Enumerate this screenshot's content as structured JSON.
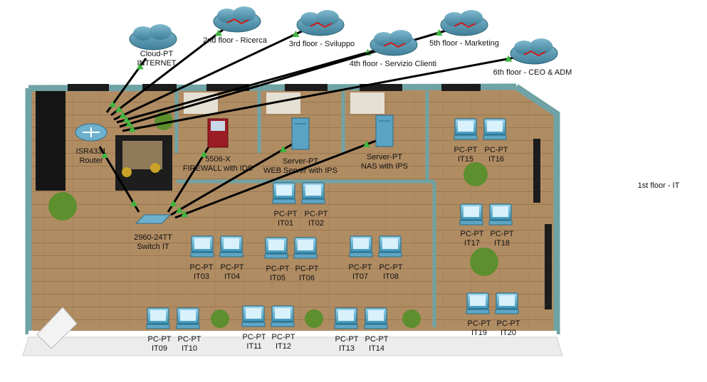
{
  "clouds": [
    {
      "id": "internet",
      "label": "Cloud-PT\nINTERNET"
    },
    {
      "id": "f2",
      "label": "2nd floor - Ricerca"
    },
    {
      "id": "f3",
      "label": "3rd floor - Sviluppo"
    },
    {
      "id": "f4",
      "label": "4th floor - Servizio Clienti"
    },
    {
      "id": "f5",
      "label": "5th floor - Marketing"
    },
    {
      "id": "f6",
      "label": "6th floor - CEO & ADM"
    }
  ],
  "devices": {
    "router": {
      "label": "ISR4331\nRouter"
    },
    "firewall": {
      "label": "5506-X\nFIREWALL with IDS"
    },
    "web_server": {
      "label": "Server-PT\nWEB Server with IPS"
    },
    "nas": {
      "label": "Server-PT\nNAS with IPS"
    },
    "switch": {
      "label": "2960-24TT\nSwitch IT"
    }
  },
  "pcs": [
    {
      "id": "IT01",
      "label": "PC-PT\nIT01"
    },
    {
      "id": "IT02",
      "label": "PC-PT\nIT02"
    },
    {
      "id": "IT03",
      "label": "PC-PT\nIT03"
    },
    {
      "id": "IT04",
      "label": "PC-PT\nIT04"
    },
    {
      "id": "IT05",
      "label": "PC-PT\nIT05"
    },
    {
      "id": "IT06",
      "label": "PC-PT\nIT06"
    },
    {
      "id": "IT07",
      "label": "PC-PT\nIT07"
    },
    {
      "id": "IT08",
      "label": "PC-PT\nIT08"
    },
    {
      "id": "IT09",
      "label": "PC-PT\nIT09"
    },
    {
      "id": "IT10",
      "label": "PC-PT\nIT10"
    },
    {
      "id": "IT11",
      "label": "PC-PT\nIT11"
    },
    {
      "id": "IT12",
      "label": "PC-PT\nIT12"
    },
    {
      "id": "IT13",
      "label": "PC-PT\nIT13"
    },
    {
      "id": "IT14",
      "label": "PC-PT\nIT14"
    },
    {
      "id": "IT15",
      "label": "PC-PT\nIT15"
    },
    {
      "id": "IT16",
      "label": "PC-PT\nIT16"
    },
    {
      "id": "IT17",
      "label": "PC-PT\nIT17"
    },
    {
      "id": "IT18",
      "label": "PC-PT\nIT18"
    },
    {
      "id": "IT19",
      "label": "PC-PT\nIT19"
    },
    {
      "id": "IT20",
      "label": "PC-PT\nIT20"
    }
  ],
  "floor_label": "1st floor - IT",
  "colors": {
    "wall": "#6fa3a5",
    "floor": "#b08c63",
    "link": "#000000",
    "link_light": "#2f8f2f",
    "cloud": "#4f8fa8"
  }
}
